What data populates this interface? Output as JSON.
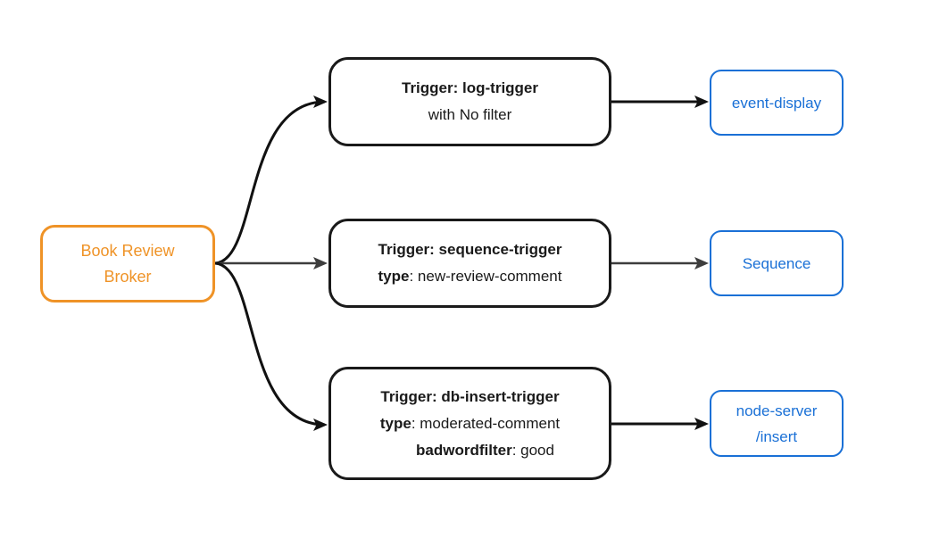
{
  "diagram": {
    "broker": {
      "label_line1": "Book Review",
      "label_line2": "Broker"
    },
    "triggers": [
      {
        "title": "Trigger: log-trigger",
        "subtitle": "with No filter"
      },
      {
        "title": "Trigger: sequence-trigger",
        "attr1_key": "type",
        "attr1_value": ": new-review-comment"
      },
      {
        "title": "Trigger: db-insert-trigger",
        "attr1_key": "type",
        "attr1_value": ": moderated-comment",
        "attr2_key": "badwordfilter",
        "attr2_value": ": good"
      }
    ],
    "sinks": [
      {
        "label": "event-display"
      },
      {
        "label": "Sequence"
      },
      {
        "label_line1": "node-server",
        "label_line2": "/insert"
      }
    ],
    "colors": {
      "broker_orange": "#EF9327",
      "sink_blue": "#1A70D6",
      "connector_black": "#111111",
      "connector_gray": "#3D3D3D",
      "node_border_black": "#1A1A1A",
      "background": "#FFFFFF"
    }
  }
}
